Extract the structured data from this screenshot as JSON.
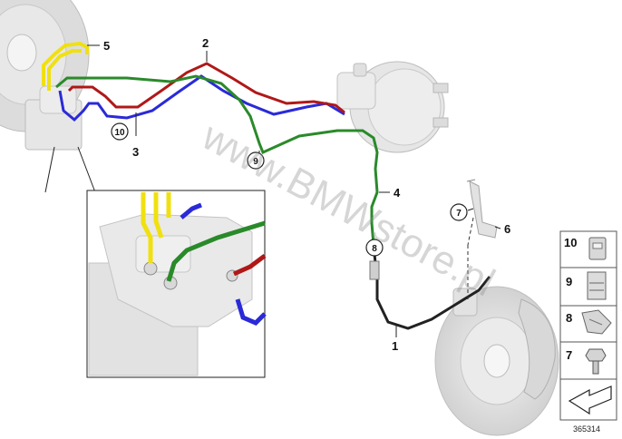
{
  "callouts": {
    "c1": "1",
    "c2": "2",
    "c3": "3",
    "c4": "4",
    "c5": "5",
    "c6": "6",
    "c7": "7",
    "c8": "8",
    "c9": "9",
    "c10": "10"
  },
  "legend": {
    "items": [
      {
        "label": "10",
        "icon": "clip-bracket-icon"
      },
      {
        "label": "9",
        "icon": "pipe-clip-icon"
      },
      {
        "label": "8",
        "icon": "bracket-plate-icon"
      },
      {
        "label": "7",
        "icon": "hex-bolt-icon"
      }
    ],
    "arrow_icon": "direction-arrow-icon"
  },
  "diagram_ref": "365314",
  "watermark": "www.BMWstore.pl",
  "colors": {
    "red_line": "#b01818",
    "blue_line": "#2a2ad8",
    "green_line": "#2a8a2a",
    "yellow_line": "#f0e010",
    "black_hose": "#222222",
    "part_gray": "#e4e4e4"
  }
}
